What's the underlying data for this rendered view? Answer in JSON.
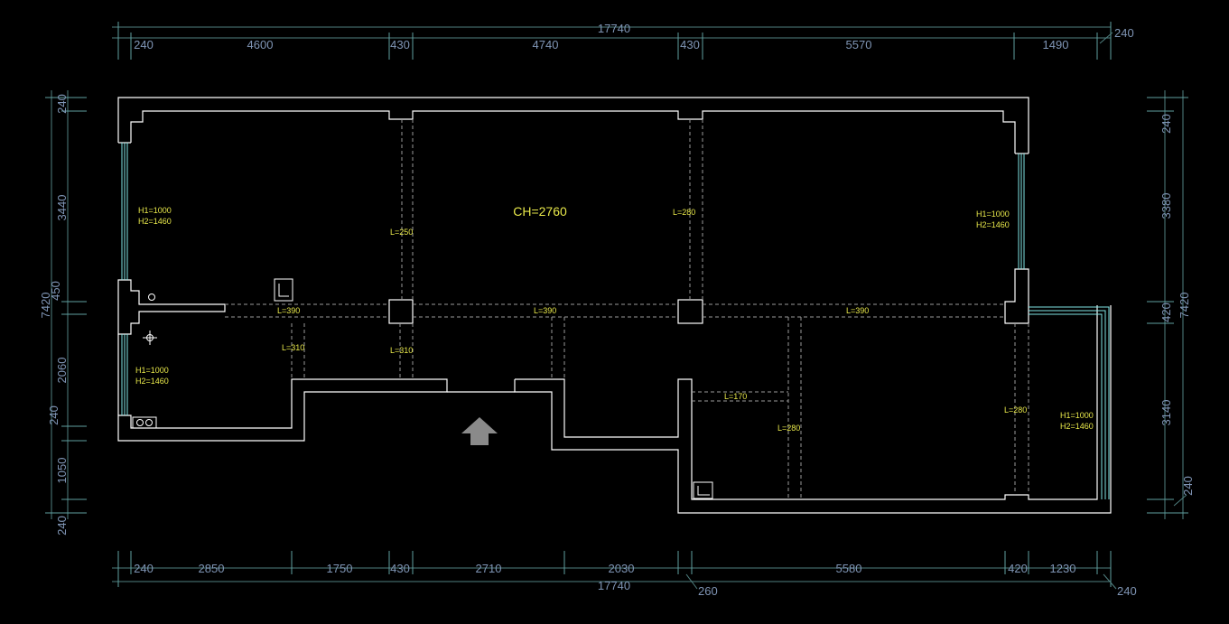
{
  "dimensions": {
    "top_total": "17740",
    "top_segments": [
      "240",
      "4600",
      "430",
      "4740",
      "430",
      "5570",
      "1490"
    ],
    "top_end": "240",
    "bottom_total": "17740",
    "bottom_segments": [
      "240",
      "2850",
      "1750",
      "430",
      "2710",
      "2030",
      "5580",
      "420",
      "1230"
    ],
    "bottom_extra_1": "260",
    "bottom_extra_2": "240",
    "left_total": "7420",
    "left_segments": [
      "240",
      "3440",
      "450",
      "2060",
      "240",
      "1050",
      "240"
    ],
    "right_total": "7420",
    "right_segments": [
      "240",
      "3380",
      "420",
      "3140",
      "240"
    ]
  },
  "annotations": {
    "ceiling_height": "CH=2760",
    "window_left_top": {
      "h1": "H1=1000",
      "h2": "H2=1460"
    },
    "window_left_bottom": {
      "h1": "H1=1000",
      "h2": "H2=1460"
    },
    "window_right_top": {
      "h1": "H1=1000",
      "h2": "H2=1460"
    },
    "window_right_bottom": {
      "h1": "H1=1000",
      "h2": "H2=1460"
    },
    "beams": {
      "b1": "L=250",
      "b2": "L=280",
      "b3": "L=390",
      "b4": "L=390",
      "b5": "L=390",
      "b6": "L=310",
      "b7": "L=310",
      "b8": "L=170",
      "b9": "L=280",
      "b10": "L=280"
    }
  },
  "colors": {
    "background": "#000000",
    "wall": "#ffffff",
    "dimension_text": "#7f95b5",
    "annotation": "#e8e84a",
    "window": "#7fe5e5"
  },
  "icons": [
    "entrance-arrow-icon",
    "crosshair-icon",
    "fixture-icon"
  ]
}
